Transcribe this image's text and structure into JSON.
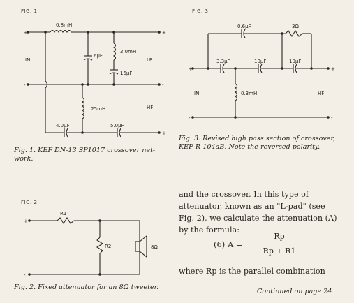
{
  "fig1": {
    "label": "FIG. 1",
    "components": {
      "l1": "0.8mH",
      "c1": "6μF",
      "l2": "2.0mH",
      "c2": "16μF",
      "l3": ".25mH",
      "c3": "4.0μF",
      "c4": "5.0μF"
    },
    "terminals": {
      "in": "IN",
      "lf": "LF",
      "hf": "HF",
      "plus": "+",
      "minus": "-"
    },
    "caption": "Fig. 1. KEF DN-13 SP1017 crossover net-work."
  },
  "fig2": {
    "label": "FIG. 2",
    "components": {
      "r1": "R1",
      "r2": "R2",
      "spk": "8Ω"
    },
    "terminals": {
      "plus": "+",
      "minus": "-"
    },
    "caption": "Fig. 2. Fixed attenuator for an 8Ω tweeter."
  },
  "fig3": {
    "label": "FIG. 3",
    "components": {
      "c1": "0.6μF",
      "r1": "3Ω",
      "c2": "3.3μF",
      "c3": "10μF",
      "c4": "10μF",
      "l1": "0.3mH"
    },
    "terminals": {
      "in": "IN",
      "hf": "HF",
      "plus": "+",
      "minus": "-"
    },
    "caption": "Fig. 3. Revised high pass section of crossover, KEF R-104aB. Note the reversed polarity."
  },
  "article": {
    "para1": "and the crossover. In this type of attenuator, known as an \"L-pad\" (see Fig. 2), we calculate the attenuation (A) by the formula:",
    "formula_prefix": "(6) A =",
    "numerator": "Rp",
    "denominator": "Rp + R1",
    "para2": "where Rp is the parallel combination",
    "continued": "Continued on page 24"
  }
}
